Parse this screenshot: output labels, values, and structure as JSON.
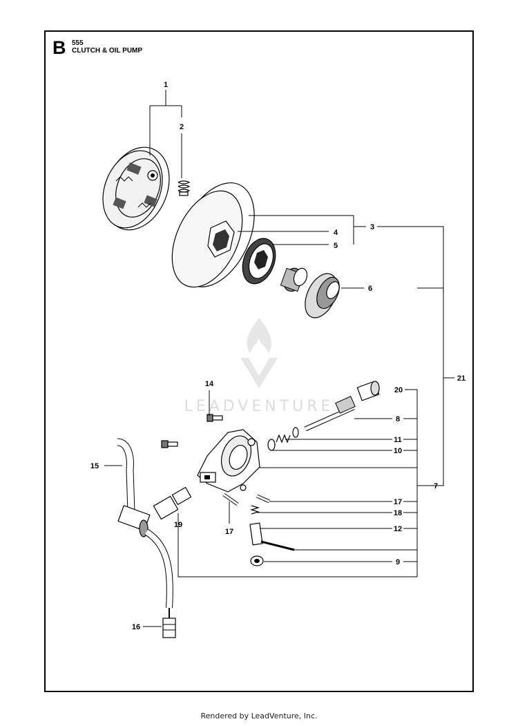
{
  "header": {
    "section_letter": "B",
    "model": "555",
    "title": "CLUTCH & OIL PUMP"
  },
  "watermark": {
    "brand": "LEADVENTURE",
    "color": "#d9d9d9"
  },
  "callouts": {
    "c1": "1",
    "c2": "2",
    "c3": "3",
    "c4": "4",
    "c5": "5",
    "c6": "6",
    "c7": "7",
    "c8": "8",
    "c9": "9",
    "c10": "10",
    "c11": "11",
    "c12": "12",
    "c14": "14",
    "c15": "15",
    "c16": "16",
    "c17a": "17",
    "c17b": "17",
    "c18": "18",
    "c19": "19",
    "c20": "20",
    "c21": "21"
  },
  "footer": {
    "text": "Rendered by LeadVenture, Inc."
  }
}
